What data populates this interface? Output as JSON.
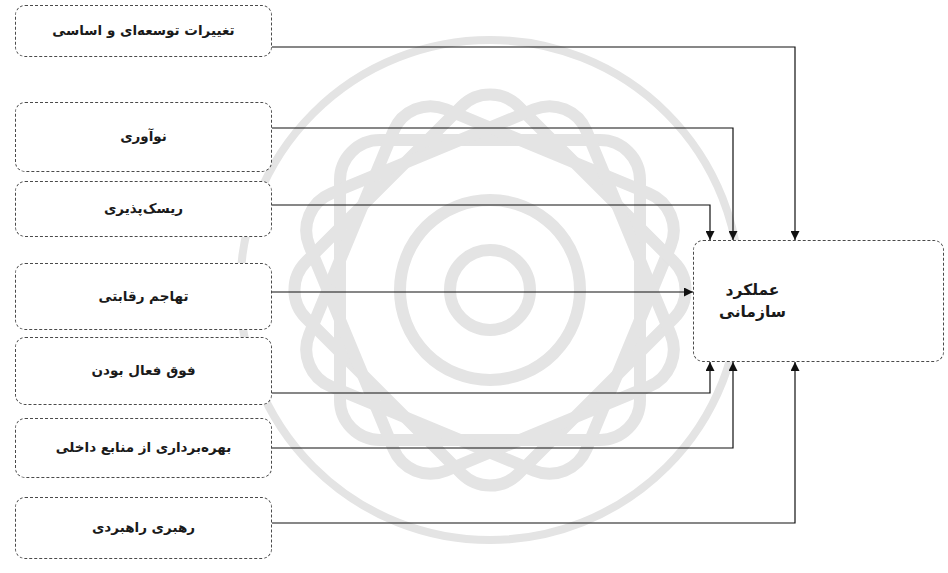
{
  "diagram": {
    "nodes": [
      {
        "text": [
          "تغییرات توسعه‌ای و اساسی"
        ]
      },
      {
        "text": [
          "نوآوری"
        ]
      },
      {
        "text": [
          "ریسک‌پذیری"
        ]
      },
      {
        "text": [
          "تهاجم رقابتی"
        ]
      },
      {
        "text": [
          "فوق فعال بودن"
        ]
      },
      {
        "text": [
          "بهره‌برداری از منابع داخلی"
        ]
      },
      {
        "text": [
          "رهبری راهبردی"
        ]
      },
      {
        "text": [
          "عملکرد سازمانی"
        ]
      }
    ],
    "edges": [
      {
        "from": 0,
        "to": 7,
        "arrow": "to"
      },
      {
        "from": 1,
        "to": 7,
        "arrow": "to"
      },
      {
        "from": 2,
        "to": 7,
        "arrow": "to"
      },
      {
        "from": 3,
        "to": 7,
        "arrow": "to"
      },
      {
        "from": 4,
        "to": 7,
        "arrow": "to"
      },
      {
        "from": 5,
        "to": 7,
        "arrow": "to"
      },
      {
        "from": 6,
        "to": 7,
        "arrow": "to"
      }
    ]
  }
}
